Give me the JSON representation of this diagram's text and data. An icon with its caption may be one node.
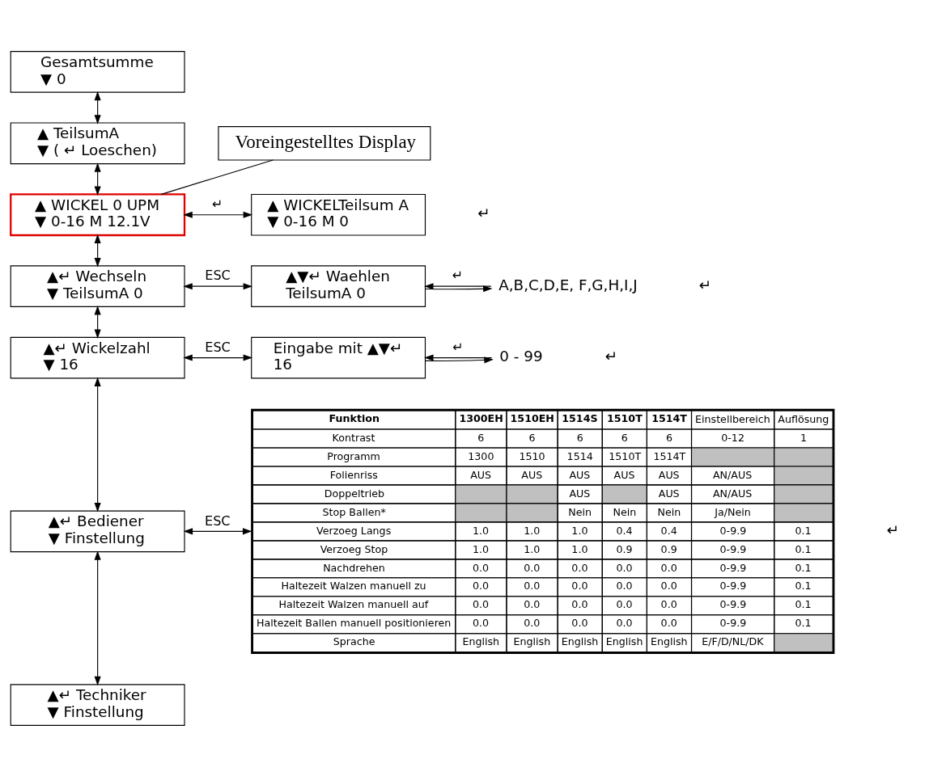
{
  "diagram": {
    "nodes": [
      {
        "text": [
          "Gesamtsumme",
          "▼ 0"
        ]
      },
      {
        "text": [
          "▲ TeilsumA",
          "▼ ( ↵ Loeschen)"
        ]
      },
      {
        "text": [
          "Voreingestelltes Display"
        ]
      },
      {
        "text": [
          "▲ WICKEL 0 UPM",
          "▼ 0-16 M 12.1V"
        ]
      },
      {
        "text": [
          "▲ WICKELTeilsum A",
          "▼ 0-16 M 0"
        ]
      },
      {
        "text": [
          "▲↵ Wechseln",
          "▼ TeilsumA 0"
        ]
      },
      {
        "text": [
          "▲▼↵ Waehlen",
          "TeilsumA 0"
        ]
      },
      {
        "text": [
          "A,B,C,D,E, F,G,H,I,J"
        ]
      },
      {
        "text": [
          "▲↵ Wickelzahl",
          "▼ 16"
        ]
      },
      {
        "text": [
          "Eingabe mit ▲▼↵",
          "16"
        ]
      },
      {
        "text": [
          "0 - 99"
        ]
      },
      {
        "text": [
          "▲↵ Bediener",
          "▼ Finstellung"
        ]
      },
      {
        "text": [
          "Funktion",
          "1300EH",
          "1510EH",
          "1514S",
          "1510T",
          "1514T",
          "Einstellbereich",
          "Auflösung",
          "Kontrast",
          "6",
          "6",
          "6",
          "6",
          "6",
          "0-12",
          "1",
          "Programm",
          "1300",
          "1510",
          "1514",
          "1510T",
          "1514T",
          "Folienriss",
          "AUS",
          "AUS",
          "AUS",
          "AUS",
          "AUS",
          "AN/AUS",
          "Doppeltrieb",
          "AUS",
          "AUS",
          "AN/AUS",
          "Stop Ballen*",
          "Nein",
          "Nein",
          "Nein",
          "Ja/Nein",
          "Verzoeg Langs",
          "1.0",
          "1.0",
          "1.0",
          "0.4",
          "0.4",
          "0-9.9",
          "0.1",
          "Verzoeg Stop",
          "1.0",
          "1.0",
          "1.0",
          "0.9",
          "0.9",
          "0-9.9",
          "0.1",
          "Nachdrehen",
          "0.0",
          "0.0",
          "0.0",
          "0.0",
          "0.0",
          "0-9.9",
          "0.1",
          "Haltezeit Walzen manuell zu",
          "0.0",
          "0.0",
          "0.0",
          "0.0",
          "0.0",
          "0-9.9",
          "0.1",
          "Haltezeit Walzen manuell auf",
          "0.0",
          "0.0",
          "0.0",
          "0.0",
          "0.0",
          "0-9.9",
          "0.1",
          "Haltezeit Ballen manuell positionieren",
          "0.0",
          "0.0",
          "0.0",
          "0.0",
          "0.0",
          "0-9.9",
          "0.1",
          "Sprache",
          "English",
          "English",
          "English",
          "English",
          "English",
          "E/F/D/NL/DK"
        ]
      },
      {
        "text": [
          "▲↵ Techniker",
          "▼ Finstellung"
        ]
      }
    ],
    "edges": [
      {
        "from": 0,
        "to": 1,
        "arrow": "both"
      },
      {
        "from": 1,
        "to": 3,
        "arrow": "both"
      },
      {
        "from": 2,
        "to": 3,
        "arrow": "none"
      },
      {
        "from": 3,
        "to": 4,
        "arrow": "both",
        "label": "↵"
      },
      {
        "from": 3,
        "to": 5,
        "arrow": "both"
      },
      {
        "from": 5,
        "to": 6,
        "arrow": "both",
        "label": "ESC"
      },
      {
        "from": 6,
        "to": 7,
        "arrow": "to"
      },
      {
        "from": 7,
        "to": 6,
        "arrow": "to",
        "label": "↵"
      },
      {
        "from": 5,
        "to": 8,
        "arrow": "both"
      },
      {
        "from": 8,
        "to": 9,
        "arrow": "both",
        "label": "ESC"
      },
      {
        "from": 9,
        "to": 10,
        "arrow": "to"
      },
      {
        "from": 10,
        "to": 9,
        "arrow": "to",
        "label": "↵"
      },
      {
        "from": 8,
        "to": 11,
        "arrow": "both"
      },
      {
        "from": 11,
        "to": 12,
        "arrow": "both",
        "label": "ESC"
      },
      {
        "from": 11,
        "to": 13,
        "arrow": "both"
      }
    ],
    "labels": [
      "↵",
      "↵",
      "↵",
      "↵"
    ]
  }
}
